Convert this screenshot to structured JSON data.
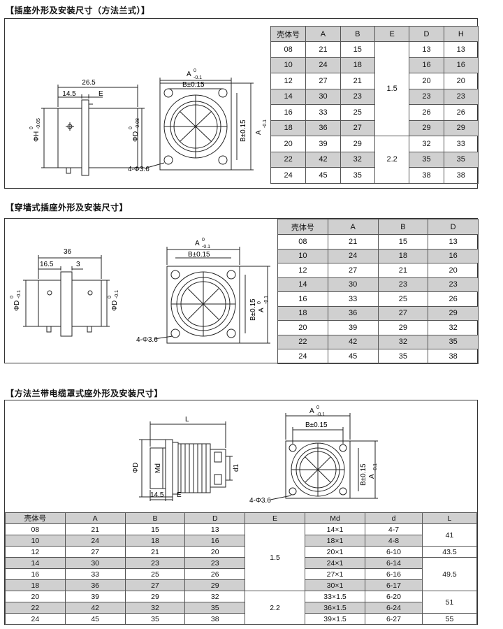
{
  "section1": {
    "title": "【插座外形及安装尺寸（方法兰式）】",
    "dims": {
      "d26": "26.5",
      "d14": "14.5",
      "E": "E",
      "A": "A",
      "A_tol": "0",
      "A_tol2": "-0.1",
      "B": "B±0.15",
      "PhiH": "ΦH",
      "PhiH_tol": "0",
      "PhiH_tol2": "-0.05",
      "PhiD": "ΦD",
      "PhiD_tol": "0",
      "PhiD_tol2": "-0.08",
      "Bv": "B±0.15",
      "Av": "A",
      "Av_tol": "-0.1",
      "holes": "4-Φ3.6"
    },
    "headers": [
      "壳体号",
      "A",
      "B",
      "E",
      "D",
      "H"
    ],
    "rows": [
      [
        "08",
        "21",
        "15",
        "13",
        "13"
      ],
      [
        "10",
        "24",
        "18",
        "16",
        "16"
      ],
      [
        "12",
        "27",
        "21",
        "20",
        "20"
      ],
      [
        "14",
        "30",
        "23",
        "23",
        "23"
      ],
      [
        "16",
        "33",
        "25",
        "26",
        "26"
      ],
      [
        "18",
        "36",
        "27",
        "29",
        "29"
      ],
      [
        "20",
        "39",
        "29",
        "32",
        "33"
      ],
      [
        "22",
        "42",
        "32",
        "35",
        "35"
      ],
      [
        "24",
        "45",
        "35",
        "38",
        "38"
      ]
    ],
    "E_values": [
      "1.5",
      "2.2"
    ]
  },
  "section2": {
    "title": "【穿墙式插座外形及安装尺寸】",
    "dims": {
      "d36": "36",
      "d16": "16.5",
      "d3": "3",
      "PhiD": "ΦD",
      "PhiD_tol": "0",
      "PhiD_tol2": "-0.1",
      "PhiD2": "ΦD",
      "A": "A",
      "A_tol": "0",
      "A_tol2": "-0.1",
      "B": "B±0.15",
      "Bv": "B±0.15",
      "Av": "A",
      "Av_tol": "0",
      "Av_tol2": "-0.1",
      "holes": "4-Φ3.6"
    },
    "headers": [
      "壳体号",
      "A",
      "B",
      "D"
    ],
    "rows": [
      [
        "08",
        "21",
        "15",
        "13"
      ],
      [
        "10",
        "24",
        "18",
        "16"
      ],
      [
        "12",
        "27",
        "21",
        "20"
      ],
      [
        "14",
        "30",
        "23",
        "23"
      ],
      [
        "16",
        "33",
        "25",
        "26"
      ],
      [
        "18",
        "36",
        "27",
        "29"
      ],
      [
        "20",
        "39",
        "29",
        "32"
      ],
      [
        "22",
        "42",
        "32",
        "35"
      ],
      [
        "24",
        "45",
        "35",
        "38"
      ]
    ]
  },
  "section3": {
    "title": "【方法兰带电缆罩式座外形及安装尺寸】",
    "dims": {
      "L": "L",
      "PhiD": "ΦD",
      "Md": "Md",
      "d1": "d1",
      "d14": "14.5",
      "E": "E",
      "A": "A",
      "A_tol": "0",
      "A_tol2": "-0.1",
      "B": "B±0.15",
      "Bv": "B±0.15",
      "Av": "A",
      "Av_tol": "-0.1",
      "holes": "4-Φ3.6"
    },
    "headers": [
      "壳体号",
      "A",
      "B",
      "D",
      "E",
      "Md",
      "d",
      "L"
    ],
    "rows": [
      [
        "08",
        "21",
        "15",
        "13",
        "14×1",
        "4-7"
      ],
      [
        "10",
        "24",
        "18",
        "16",
        "18×1",
        "4-8"
      ],
      [
        "12",
        "27",
        "21",
        "20",
        "20×1",
        "6-10"
      ],
      [
        "14",
        "30",
        "23",
        "23",
        "24×1",
        "6-14"
      ],
      [
        "16",
        "33",
        "25",
        "26",
        "27×1",
        "6-16"
      ],
      [
        "18",
        "36",
        "27",
        "29",
        "30×1",
        "6-17"
      ],
      [
        "20",
        "39",
        "29",
        "32",
        "33×1.5",
        "6-20"
      ],
      [
        "22",
        "42",
        "32",
        "35",
        "36×1.5",
        "6-24"
      ],
      [
        "24",
        "45",
        "35",
        "38",
        "39×1.5",
        "6-27"
      ]
    ],
    "E_values": [
      "1.5",
      "2.2"
    ],
    "L_values": [
      "41",
      "43.5",
      "49.5",
      "51",
      "55"
    ]
  }
}
